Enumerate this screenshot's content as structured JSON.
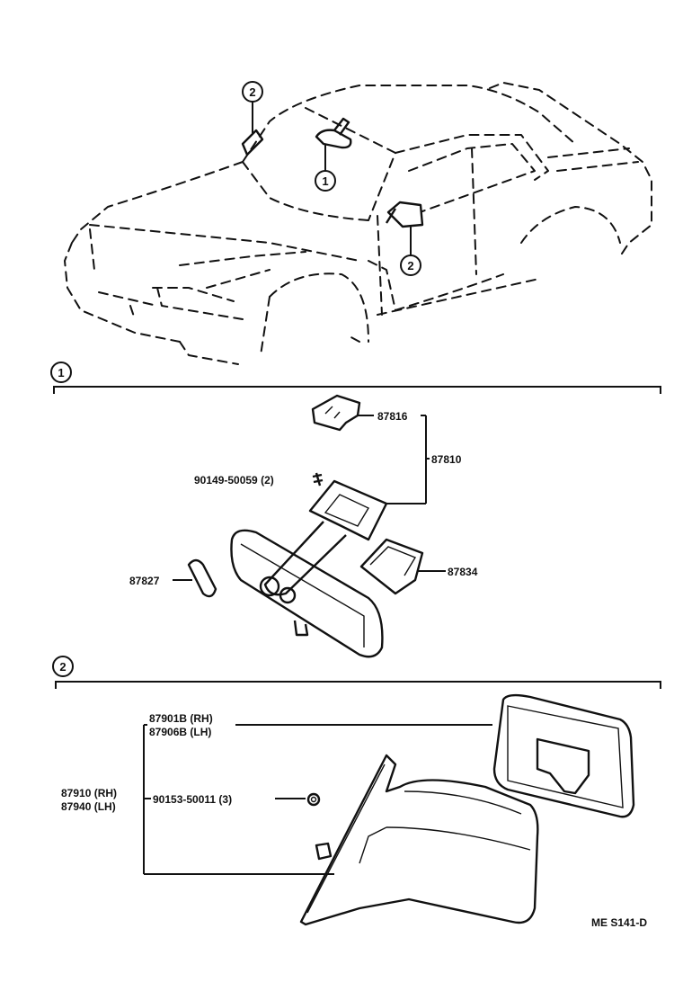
{
  "callouts": {
    "one": "1",
    "two": "2"
  },
  "section1": {
    "parts": {
      "p87816": "87816",
      "p87810": "87810",
      "p90149": "90149-50059 (2)",
      "p87827": "87827",
      "p87834": "87834"
    }
  },
  "section2": {
    "parts": {
      "p87901b": "87901B (RH)",
      "p87906b": "87906B (LH)",
      "p87910": "87910 (RH)",
      "p87940": "87940 (LH)",
      "p90153": "90153-50011 (3)"
    }
  },
  "footer": {
    "code": "ME  S141-D"
  }
}
